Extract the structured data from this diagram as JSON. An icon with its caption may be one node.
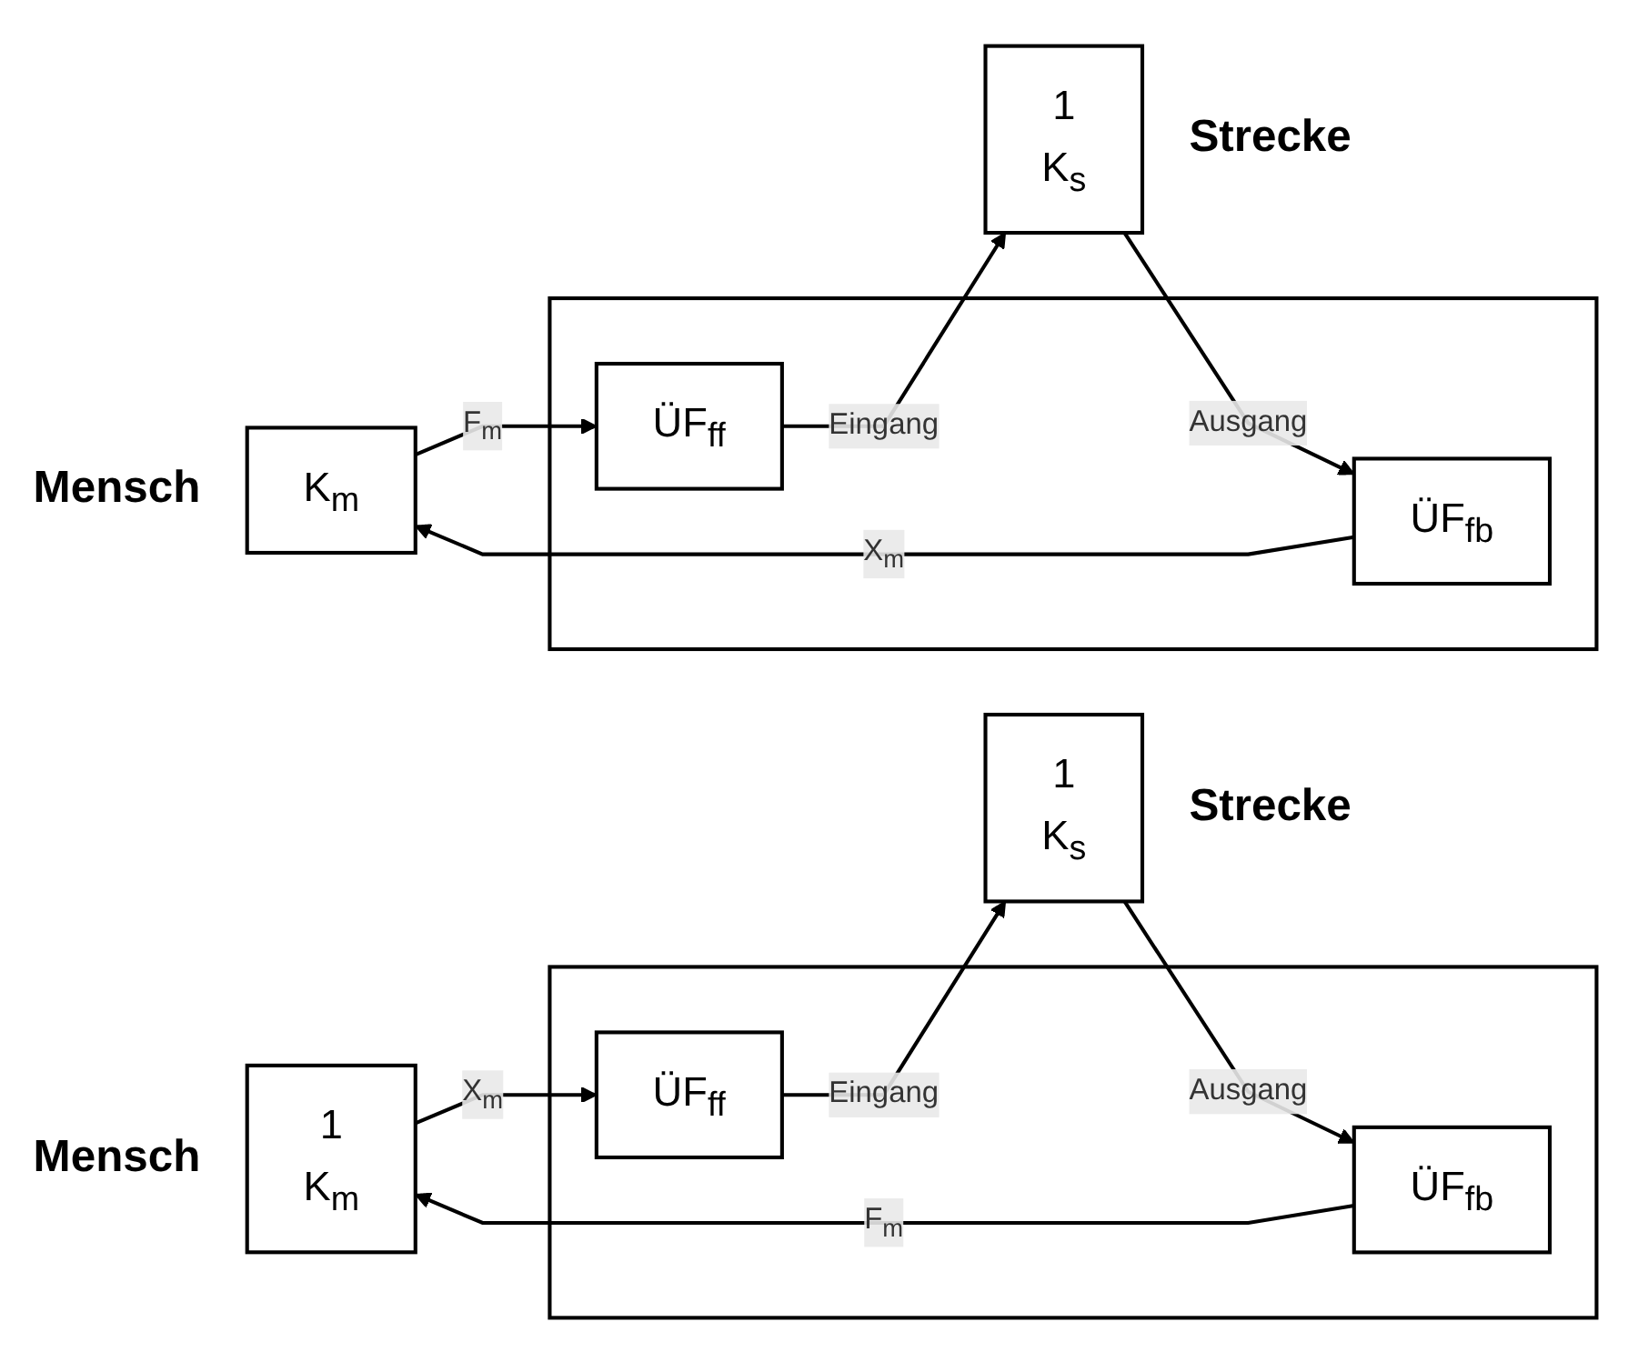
{
  "diagram": {
    "nodes": [
      {
        "text": [
          "1",
          "K$_{m}$"
        ],
        "beside": [
          "Mensch"
        ]
      },
      {
        "text": [],
        "shape": "box"
      },
      {
        "text": [
          "ÜF$_{ff}$"
        ],
        "in": 1
      },
      {
        "text": [
          "ÜF$_{fb}$"
        ],
        "in": 1
      },
      {
        "text": [
          "1",
          "K$_{s}$"
        ],
        "beside": [
          "Strecke"
        ]
      },
      {
        "text": [
          "K$_{m}$"
        ],
        "beside": [
          "Mensch"
        ]
      },
      {
        "text": [],
        "shape": "box"
      },
      {
        "text": [
          "ÜF$_{ff}$"
        ],
        "in": 6
      },
      {
        "text": [
          "ÜF$_{fb}$"
        ],
        "in": 6
      },
      {
        "text": [
          "1",
          "K$_{s}$"
        ],
        "beside": [
          "Strecke"
        ]
      }
    ],
    "edges": [
      {
        "from": 0,
        "to": 2,
        "arrow": "to",
        "label": "X$_{m}$"
      },
      {
        "from": 2,
        "to": 4,
        "arrow": "to",
        "label": "Eingang"
      },
      {
        "from": 4,
        "to": 3,
        "arrow": "to",
        "label": "Ausgang"
      },
      {
        "from": 3,
        "to": 0,
        "arrow": "to",
        "label": "F$_{m}$"
      },
      {
        "from": 5,
        "to": 7,
        "arrow": "to",
        "label": "F$_{m}$"
      },
      {
        "from": 7,
        "to": 9,
        "arrow": "to",
        "label": "Eingang"
      },
      {
        "from": 9,
        "to": 8,
        "arrow": "to",
        "label": "Ausgang"
      },
      {
        "from": 8,
        "to": 5,
        "arrow": "to",
        "label": "X$_{m}$"
      }
    ]
  }
}
